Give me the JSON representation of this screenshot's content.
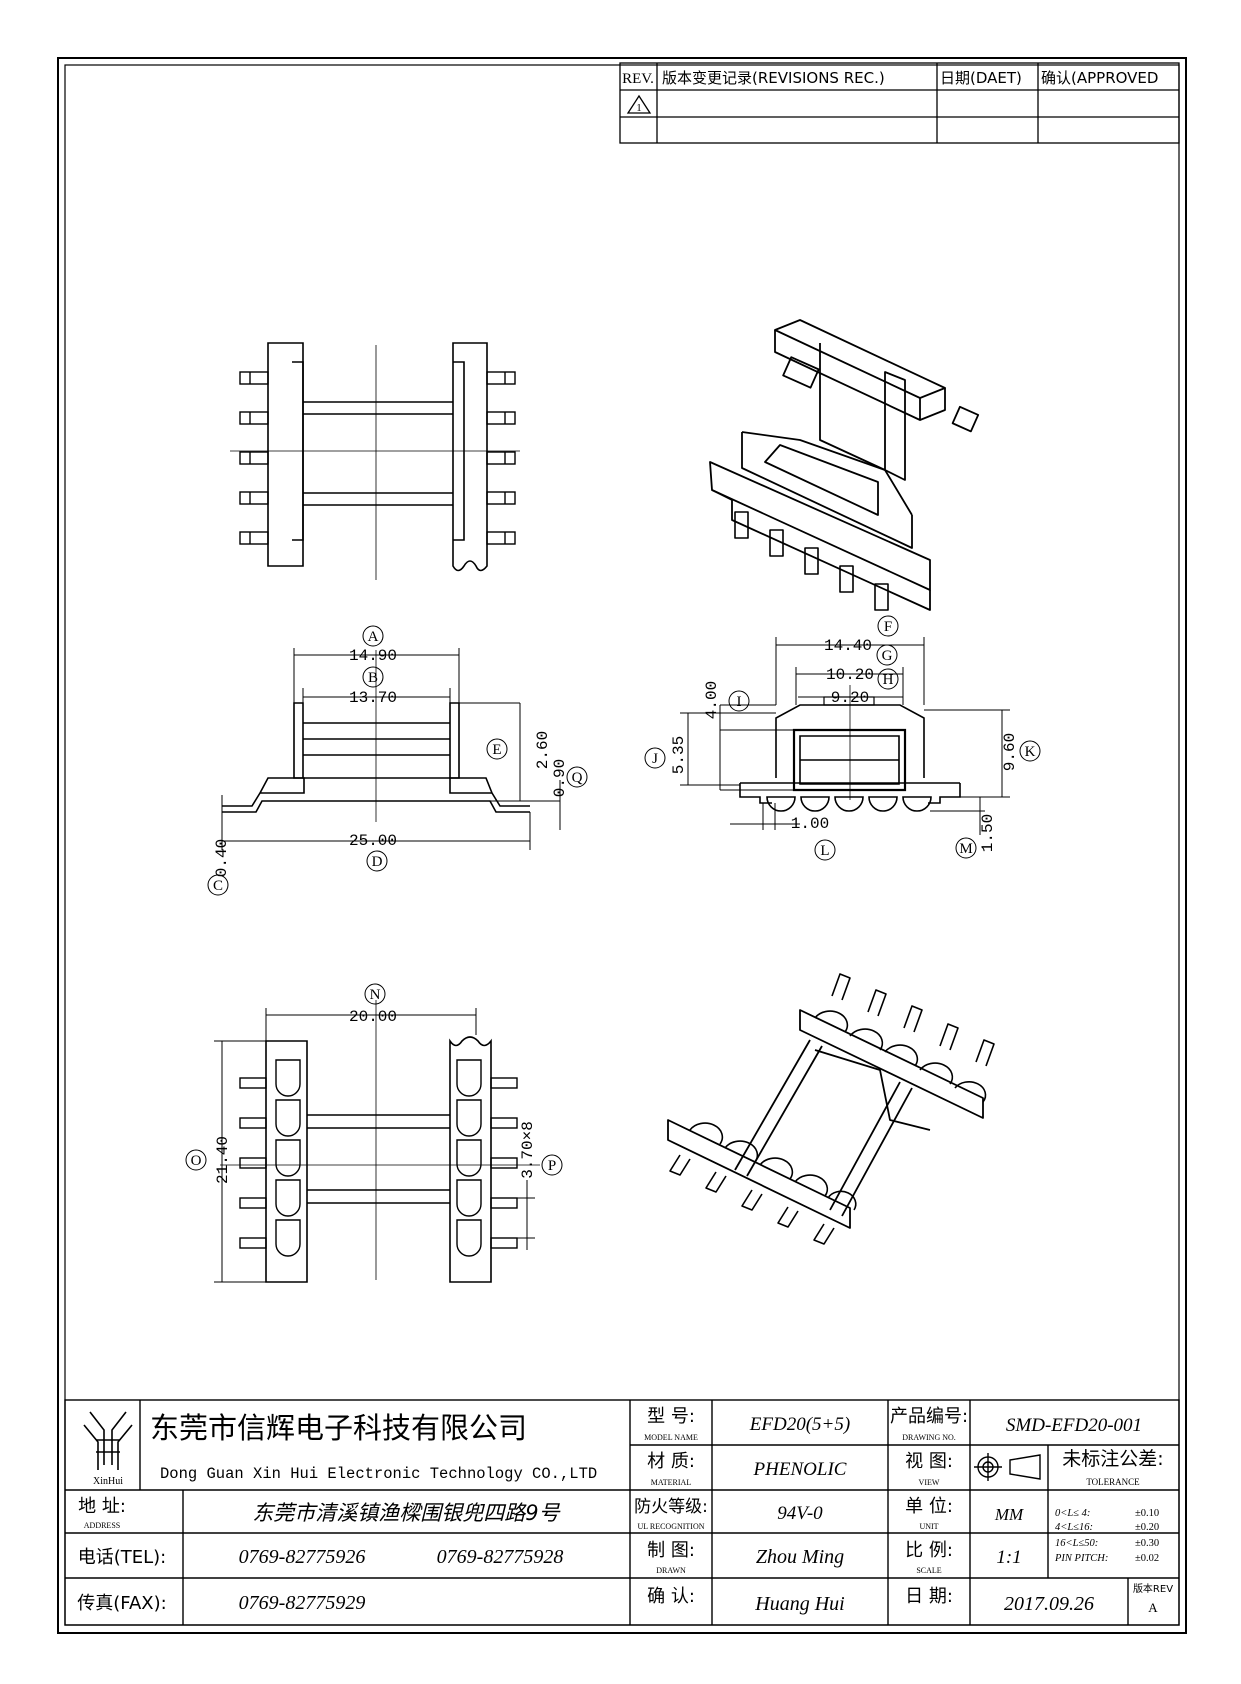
{
  "revision_block": {
    "headers": [
      "REV.",
      "版本变更记录(REVISIONS REC.)",
      "日期(DAET)",
      "确认(APPROVED"
    ],
    "rows": [
      [
        "1",
        "",
        "",
        ""
      ],
      [
        "",
        "",
        "",
        ""
      ]
    ]
  },
  "dimensions": {
    "A": "14.90",
    "B": "13.70",
    "C": "0.40",
    "D": "25.00",
    "E": "2.60",
    "Q": "0.90",
    "F": "14.40",
    "G": "10.20",
    "H": "9.20",
    "I": "4.00",
    "J": "5.35",
    "K": "9.60",
    "L": "1.00",
    "M": "1.50",
    "N": "20.00",
    "O": "21.40",
    "P": "3.70×8"
  },
  "company": {
    "logo_text": "XinHui",
    "name_cn": "东莞市信辉电子科技有限公司",
    "name_en": "Dong Guan Xin Hui Electronic Technology CO.,LTD"
  },
  "title_block": {
    "model_label": "型  号:",
    "model_label_en": "MODEL NAME",
    "model_value": "EFD20(5+5)",
    "drawing_no_label": "产品编号:",
    "drawing_no_label_en": "DRAWING NO.",
    "drawing_no_value": "SMD-EFD20-001",
    "material_label": "材  质:",
    "material_label_en": "MATERIAL",
    "material_value": "PHENOLIC",
    "view_label": "视  图:",
    "view_label_en": "VIEW",
    "tolerance_label": "未标注公差:",
    "tolerance_label_en": "TOLERANCE",
    "address_label": "地  址:",
    "address_label_en": "ADDRESS",
    "address_value": "东莞市清溪镇渔樑围银兜四路9号",
    "flame_label": "防火等级:",
    "flame_label_en": "UL RECOGNITION",
    "flame_value": "94V-0",
    "unit_label": "单  位:",
    "unit_label_en": "UNIT",
    "unit_value": "MM",
    "tel_label": "电话(TEL):",
    "tel_values": [
      "0769-82775926",
      "0769-82775928"
    ],
    "drawn_label": "制  图:",
    "drawn_label_en": "DRAWN",
    "drawn_value": "Zhou Ming",
    "scale_label": "比  例:",
    "scale_label_en": "SCALE",
    "scale_value": "1:1",
    "fax_label": "传真(FAX):",
    "fax_value": "0769-82775929",
    "approved_label": "确  认:",
    "approved_value": "Huang Hui",
    "date_label": "日  期:",
    "date_value": "2017.09.26",
    "rev_label": "版本REV",
    "rev_value": "A",
    "tolerances": [
      {
        "range": "0<L≤ 4:",
        "value": "±0.10"
      },
      {
        "range": "4<L≤16:",
        "value": "±0.20"
      },
      {
        "range": "16<L≤50:",
        "value": "±0.30"
      },
      {
        "range": "PIN PITCH:",
        "value": "±0.02"
      }
    ]
  }
}
